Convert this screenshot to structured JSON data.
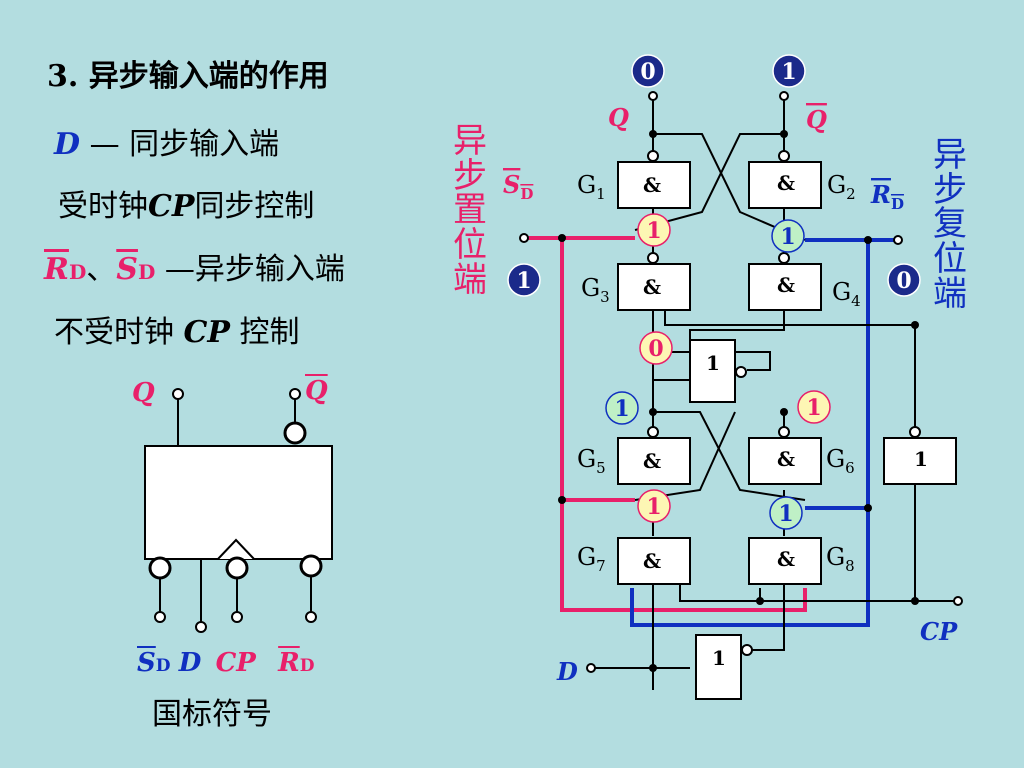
{
  "heading": "3. 异步输入端的作用",
  "line_d": {
    "sym": "D",
    "dash": "—",
    "text": "同步输入端"
  },
  "line_d2": {
    "pre": "受时钟",
    "cp": "CP",
    "post": "同步控制"
  },
  "line_rs": {
    "r": "R",
    "d1": "D",
    "sep": "、",
    "s": "S",
    "d2": "D",
    "dash": "—",
    "text": "异步输入端"
  },
  "line_rs2": {
    "pre": "不受时钟",
    "cp": "CP",
    "post": "控制"
  },
  "symbol": {
    "q": "Q",
    "qbar": "Q",
    "pins": {
      "s": "S",
      "s_sub": "D",
      "d": "D",
      "cp": "CP",
      "r": "R",
      "r_sub": "D"
    },
    "caption": "国标符号"
  },
  "circuit": {
    "set_label_vertical": [
      "异",
      "步",
      "置",
      "位",
      "端"
    ],
    "reset_label_vertical": [
      "异",
      "步",
      "复",
      "位",
      "端"
    ],
    "sd_label": "S",
    "sd_sub": "D",
    "rd_label": "R",
    "rd_sub": "D",
    "q_label": "Q",
    "qbar_label": "Q",
    "cp_label": "CP",
    "d_label": "D",
    "sd_value": "1",
    "rd_value": "0",
    "q_value": "0",
    "qbar_value": "1",
    "gate_and": "&",
    "gate_or": "1",
    "gates": [
      {
        "name": "G",
        "sub": "1"
      },
      {
        "name": "G",
        "sub": "2"
      },
      {
        "name": "G",
        "sub": "3"
      },
      {
        "name": "G",
        "sub": "4"
      },
      {
        "name": "G",
        "sub": "5"
      },
      {
        "name": "G",
        "sub": "6"
      },
      {
        "name": "G",
        "sub": "7"
      },
      {
        "name": "G",
        "sub": "8"
      }
    ],
    "node_values": {
      "g1_in": "1",
      "g2_in": "1",
      "g3_out": "0",
      "g5_top": "1",
      "g6_top": "1",
      "g5_in": "1",
      "g6_in": "1"
    }
  },
  "colors": {
    "background": "#b3dde0",
    "red": "#e8206a",
    "blue": "#1030c0",
    "navy_badge": "#1b2a8a",
    "yellow_badge": "#fdf6b4",
    "green_badge": "#bff0c6"
  }
}
